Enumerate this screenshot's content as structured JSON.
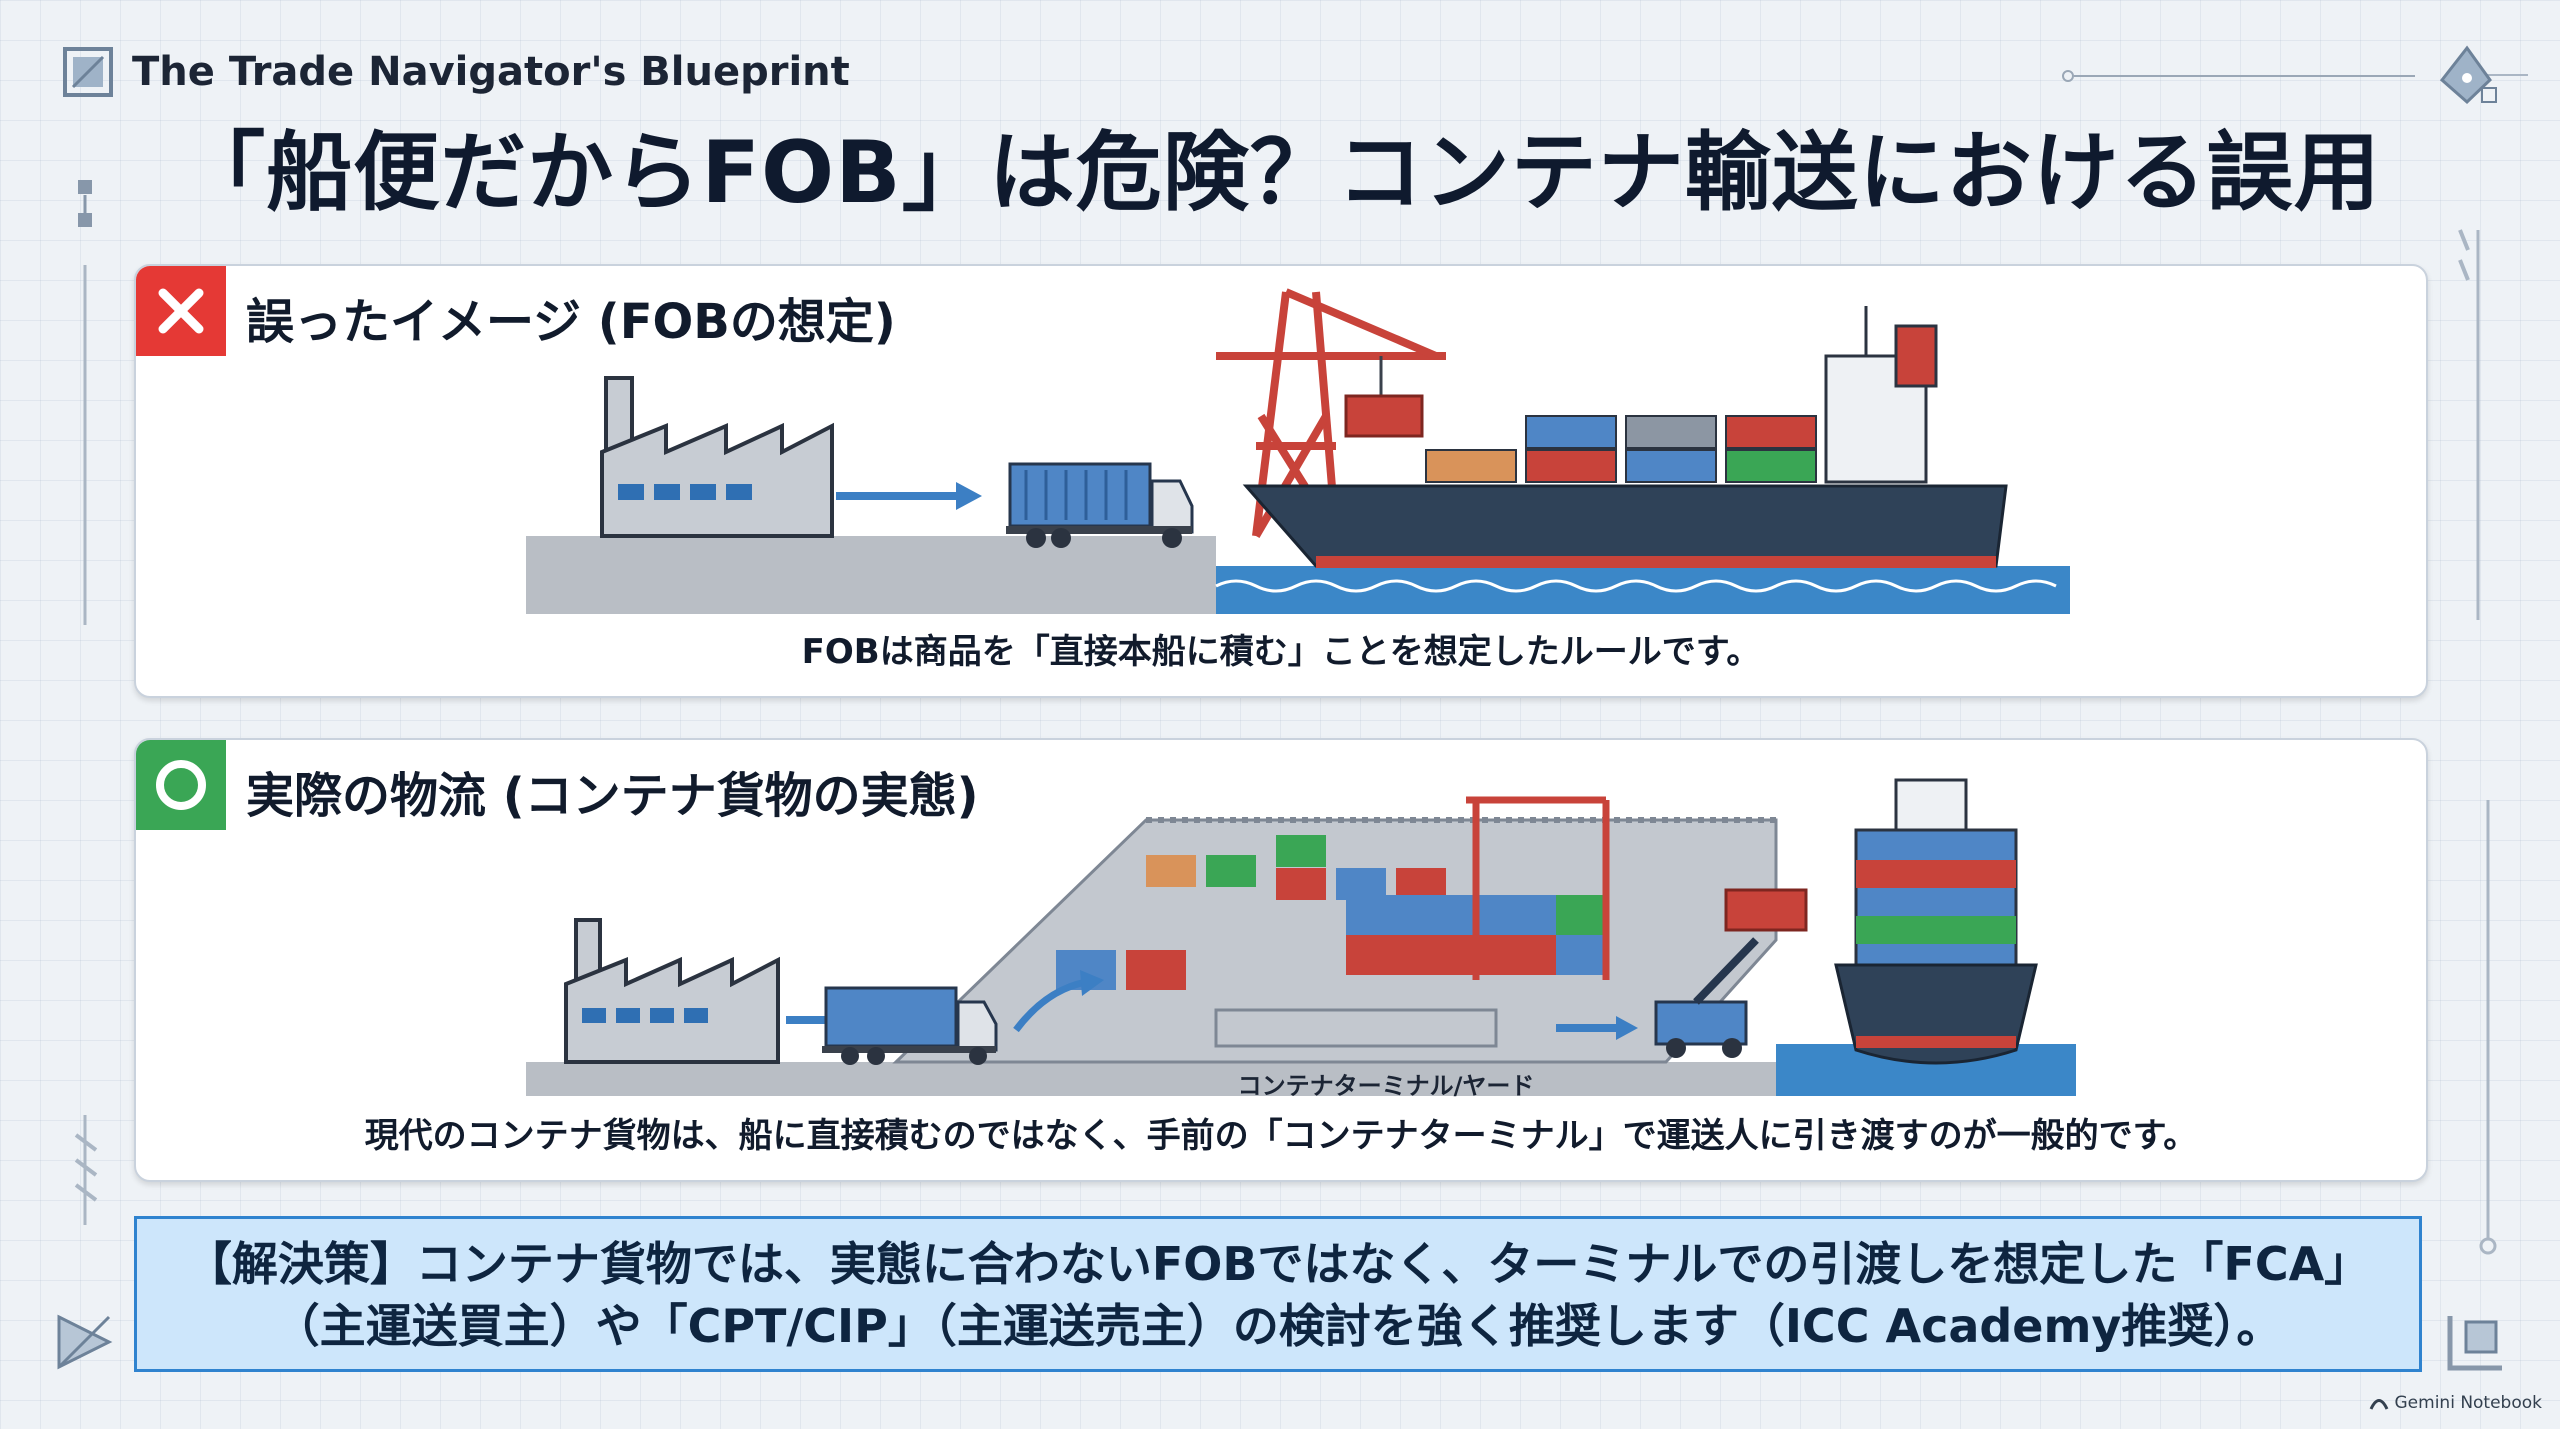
{
  "header": {
    "brand": "The Trade Navigator's Blueprint",
    "title": "「船便だからFOB」は危険？コンテナ輸送における誤用"
  },
  "wrong_panel": {
    "heading": "誤ったイメージ (FOBの想定)",
    "caption": "FOBは商品を「直接本船に積む」ことを想定したルールです。",
    "badge_icon": "cross-icon",
    "badge_color": "#e53935"
  },
  "right_panel": {
    "heading": "実際の物流 (コンテナ貨物の実態)",
    "terminal_label": "コンテナターミナル/ヤード",
    "caption": "現代のコンテナ貨物は、船に直接積むのではなく、手前の「コンテナターミナル」で運送人に引き渡すのが一般的です。",
    "badge_icon": "circle-icon",
    "badge_color": "#3aa655"
  },
  "solution": {
    "line1": "【解決策】コンテナ貨物では、実態に合わないFOBではなく、ターミナルでの引渡しを想定した「FCA」",
    "line2": "（主運送買主）や「CPT/CIP」（主運送売主）の検討を強く推奨します（ICC Academy推奨）。",
    "border_color": "#2f83cf",
    "fill_color": "#cde6fb"
  },
  "footer": {
    "logo_text": "Gemini Notebook"
  }
}
